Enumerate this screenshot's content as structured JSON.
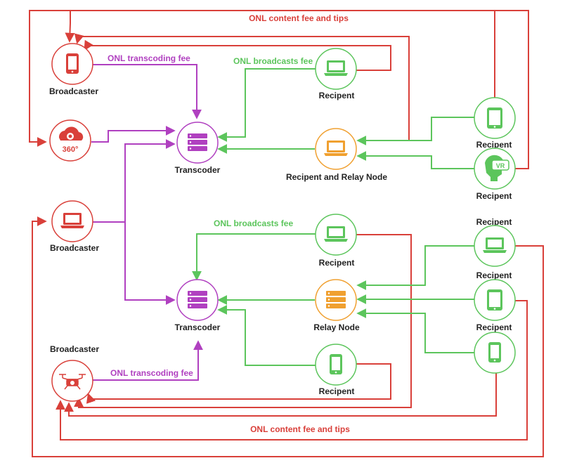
{
  "colors": {
    "red": "#d9403a",
    "purple": "#b040c0",
    "green": "#5cc55c",
    "orange": "#f0a030"
  },
  "flows": {
    "content_fee_top": "ONL content fee and tips",
    "content_fee_bottom": "ONL content fee and tips",
    "transcoding_fee_top": "ONL transcoding fee",
    "transcoding_fee_bottom": "ONL transcoding fee",
    "broadcasts_fee_top": "ONL broadcasts fee",
    "broadcasts_fee_bottom": "ONL broadcasts fee"
  },
  "nodes": {
    "broadcaster_phone": {
      "label": "Broadcaster",
      "icon": "smartphone-icon"
    },
    "camera_360": {
      "label": "360°",
      "icon": "camera-360-icon"
    },
    "broadcaster_laptop": {
      "label": "Broadcaster",
      "icon": "laptop-icon"
    },
    "broadcaster_drone": {
      "label": "Broadcaster",
      "icon": "drone-icon"
    },
    "transcoder_top": {
      "label": "Transcoder",
      "icon": "server-icon"
    },
    "transcoder_bottom": {
      "label": "Transcoder",
      "icon": "server-icon"
    },
    "recipient_top_laptop": {
      "label": "Recipent",
      "icon": "laptop-icon"
    },
    "relay_top": {
      "label": "Recipent and Relay Node",
      "icon": "laptop-icon"
    },
    "recipient_tablet_top": {
      "label": "Recipent",
      "icon": "tablet-icon"
    },
    "recipient_vr": {
      "label": "Recipent",
      "icon": "vr-headset-icon",
      "badge": "VR"
    },
    "recipient_mid_laptop": {
      "label": "Recipent",
      "icon": "laptop-icon"
    },
    "relay_bottom": {
      "label": "Relay Node",
      "icon": "server-icon"
    },
    "recipient_bottom_phone": {
      "label": "Recipent",
      "icon": "smartphone-icon"
    },
    "recipient_right_laptop": {
      "label": "Recipent",
      "icon": "laptop-icon"
    },
    "recipient_right_laptop_above": {
      "label": "Recipent"
    },
    "recipient_right_tablet": {
      "label": "Recipent",
      "icon": "tablet-icon"
    },
    "recipient_right_phone": {
      "label": "",
      "icon": "smartphone-icon"
    }
  }
}
